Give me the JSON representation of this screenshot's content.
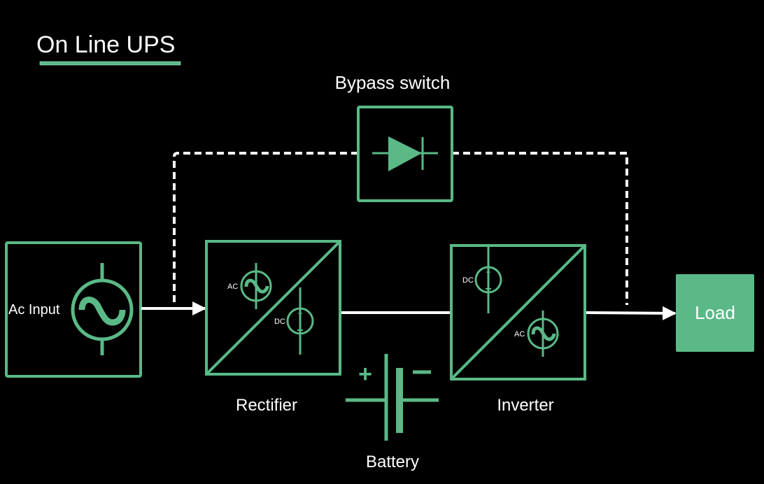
{
  "title": "On Line UPS",
  "colors": {
    "accent": "#5ab987",
    "background": "#000000",
    "text": "#ffffff",
    "connector": "#ffffff"
  },
  "blocks": {
    "ac_input": {
      "label": "Ac Input",
      "icon": "ac-source-icon"
    },
    "rectifier": {
      "label": "Rectifier",
      "inner_labels": {
        "ac": "AC",
        "dc": "DC"
      },
      "icons": [
        "ac-source-icon",
        "dc-source-icon"
      ]
    },
    "inverter": {
      "label": "Inverter",
      "inner_labels": {
        "dc": "DC",
        "ac": "AC"
      },
      "icons": [
        "dc-source-icon",
        "ac-source-icon"
      ]
    },
    "battery": {
      "label": "Battery",
      "plus": "+",
      "minus": "−",
      "icon": "battery-icon"
    },
    "bypass": {
      "label": "Bypass switch",
      "icon": "diode-icon"
    },
    "load": {
      "label": "Load"
    }
  },
  "connections": [
    {
      "from": "ac_input",
      "to": "rectifier",
      "style": "solid-arrow"
    },
    {
      "from": "rectifier",
      "to": "inverter",
      "style": "solid"
    },
    {
      "from": "inverter",
      "to": "load",
      "style": "solid-arrow"
    },
    {
      "from": "ac_input",
      "to": "load",
      "via": "bypass",
      "style": "dashed"
    }
  ]
}
